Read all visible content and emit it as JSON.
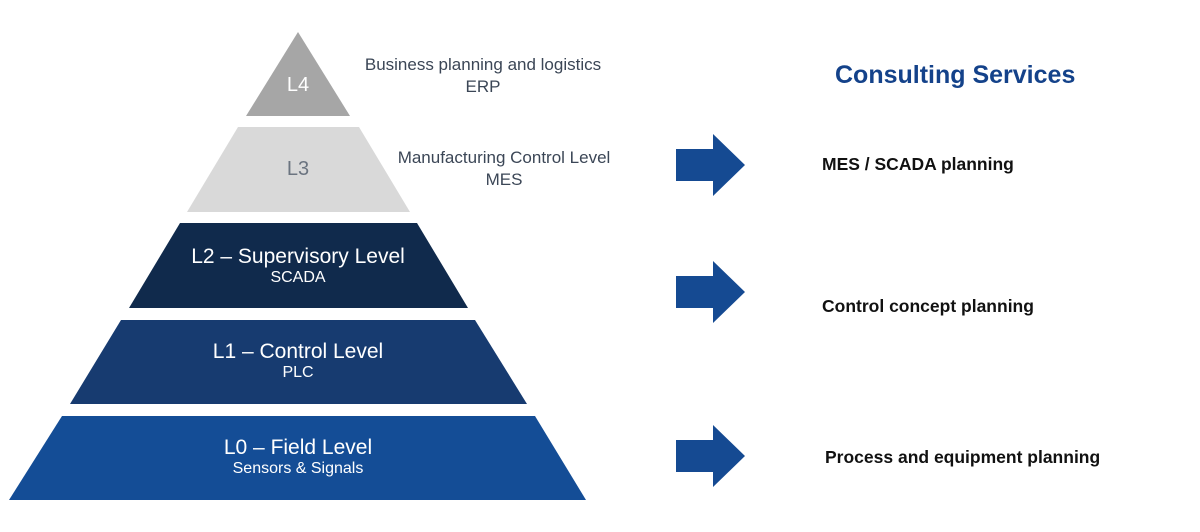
{
  "pyramid": {
    "tiers": [
      {
        "id": "L4",
        "label": "L4",
        "sublabel": "",
        "color": "#a6a6a6",
        "description": [
          "Business planning and logistics",
          "ERP"
        ]
      },
      {
        "id": "L3",
        "label": "L3",
        "sublabel": "",
        "color": "#d9d9d9",
        "description": [
          "Manufacturing Control Level",
          "MES"
        ]
      },
      {
        "id": "L2",
        "label": "L2 – Supervisory Level",
        "sublabel": "SCADA",
        "color": "#102a4c"
      },
      {
        "id": "L1",
        "label": "L1 – Control Level",
        "sublabel": "PLC",
        "color": "#173b70"
      },
      {
        "id": "L0",
        "label": "L0 – Field Level",
        "sublabel": "Sensors & Signals",
        "color": "#144d96"
      }
    ]
  },
  "consulting": {
    "title": "Consulting Services",
    "arrow_color": "#154a92",
    "services": [
      "MES / SCADA planning",
      "Control concept planning",
      "Process and equipment planning"
    ]
  }
}
